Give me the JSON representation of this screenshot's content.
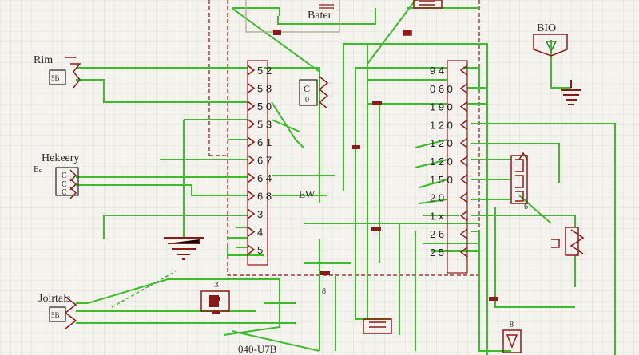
{
  "labels": {
    "battery": "Bater",
    "bio": "BIO",
    "rim": "Rim",
    "rim_sub": "5B",
    "hekeery": "Hekeery",
    "hekeery_prefix": "Ea",
    "ew": "EW",
    "c_small": "C",
    "c_small2": "0",
    "joints": "Joirtals",
    "joints_sub": "5B",
    "bottom_code": "040-U7B",
    "mid_bottom": "8",
    "three_small": "3",
    "six_right": "6",
    "bottom_right": "8",
    "hekeery_pins": [
      "C",
      "C",
      "C"
    ]
  },
  "left_chip": {
    "pins": [
      "5 2",
      "5 8",
      "5 0",
      "5 3",
      "6 1",
      "6 7",
      "6 4",
      "6 8",
      "3",
      "4",
      "5"
    ]
  },
  "right_chip": {
    "pins": [
      "9 4",
      "0 6 0",
      "1 9 0",
      "1 2 0",
      "1 2 0",
      "1 2 0",
      "1 5 0",
      "2 0",
      "1 x",
      "2 6",
      "2 5"
    ]
  },
  "colors": {
    "grid": "#dcdad3",
    "wire": "#3dbb2c",
    "component": "#8b1a1a",
    "dashed": "#8b1a1a",
    "background": "#f5f3ee"
  }
}
